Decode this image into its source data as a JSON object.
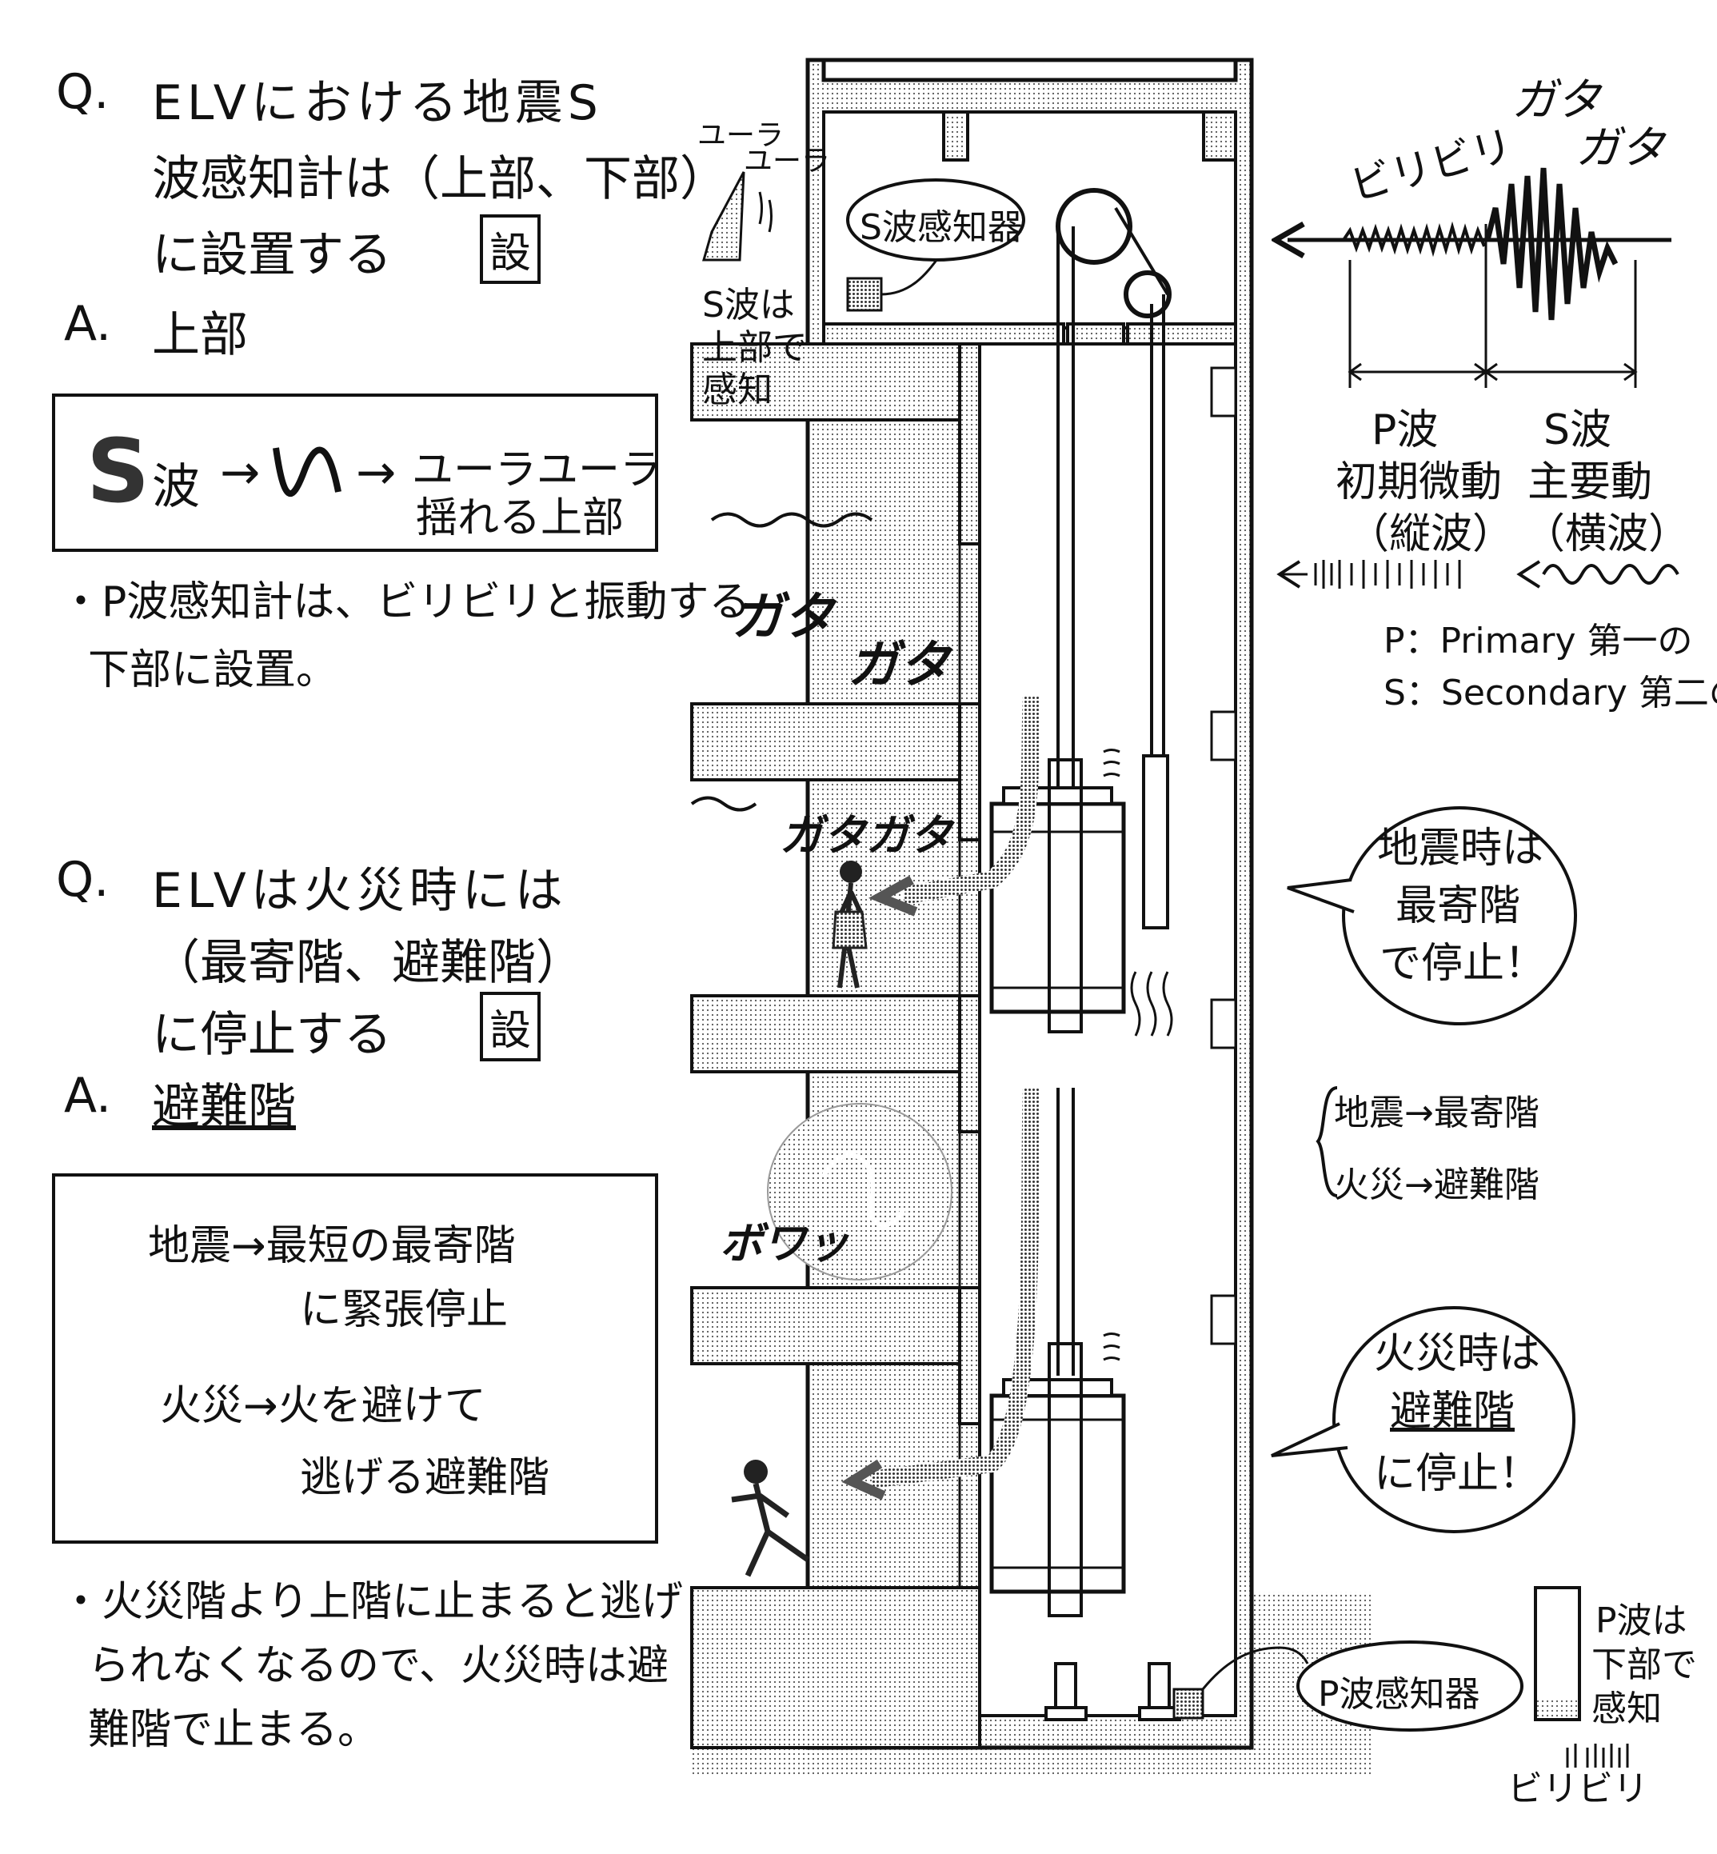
{
  "qa1": {
    "q_prefix": "Q.",
    "q_line1": "ELVにおける地震S",
    "q_line2": "波感知計は（上部、下部）",
    "q_line3": "に設置する",
    "badge": "設",
    "a_prefix": "A.",
    "answer": "上部"
  },
  "s_box": {
    "s_letter": "S",
    "wave_word": "波",
    "arrow1": "→",
    "arrow2": "→",
    "line1": "ユーラユーラ",
    "line2": "揺れる上部"
  },
  "note1": {
    "line1": "・P波感知計は、ビリビリと振動する",
    "line2": "下部に設置。"
  },
  "qa2": {
    "q_prefix": "Q.",
    "q_line1": "ELVは火災時には",
    "q_line2": "（最寄階、避難階）",
    "q_line3": "に停止する",
    "badge": "設",
    "a_prefix": "A.",
    "answer": "避難階"
  },
  "box2": {
    "l1": "地震→最短の最寄階",
    "l2": "に緊張停止",
    "l3": "火災→火を避けて",
    "l4": "逃げる避難階"
  },
  "note2": {
    "line1": "・火災階より上階に止まると逃げ",
    "line2": "られなくなるので、火災時は避",
    "line3": "難階で止まる。"
  },
  "diagram": {
    "yura1": "ユーラ",
    "yura2": "ユーラ",
    "s_sense_1": "S波は",
    "s_sense_2": "上部で",
    "s_sense_3": "感知",
    "s_sensor_label": "S波感知器",
    "p_sensor_label": "P波感知器",
    "gata1": "ガタ",
    "gata2": "ガタ",
    "gata3": "ガタガタ",
    "bowa": "ボワッ",
    "quake_bubble": [
      "地震時は",
      "最寄階",
      "で停止！"
    ],
    "fire_bubble": [
      "火災時は",
      "避難階",
      "に停止！"
    ],
    "p_sense_1": "P波は",
    "p_sense_2": "下部で",
    "p_sense_3": "感知",
    "biri_bottom": "ビリビリ"
  },
  "wave_panel": {
    "biribiri": "ビリビリ",
    "gatagata1": "ガタ",
    "gatagata2": "ガタ",
    "p_title": "P波",
    "p_sub1": "初期微動",
    "p_sub2": "（縦波）",
    "s_title": "S波",
    "s_sub1": "主要動",
    "s_sub2": "（横波）",
    "def_p": "P：Primary 第一の",
    "def_s": "S：Secondary 第二の"
  },
  "summary": {
    "row1": "地震→最寄階",
    "row2": "火災→避難階"
  }
}
